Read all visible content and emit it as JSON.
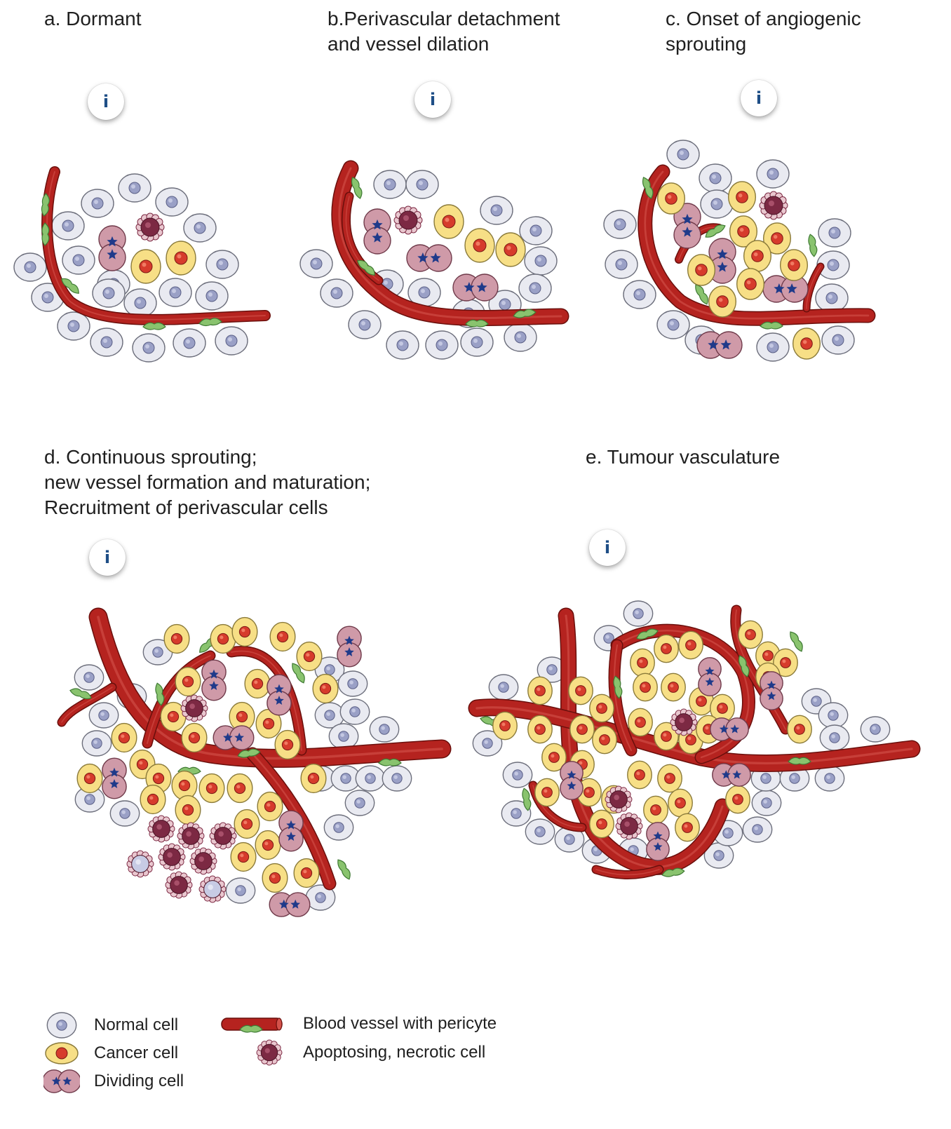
{
  "colors": {
    "normal_cell": "#e9eaf1",
    "normal_nucleus": "#9aa0c6",
    "cancer_cell": "#f7df86",
    "cancer_nucleus": "#d63b2c",
    "dividing_cell": "#cf9aa8",
    "dividing_nucleus": "#1f3a8a",
    "vessel": "#b5231f",
    "pericyte": "#89c36e",
    "necrotic": "#7c2943",
    "info_icon": "#1e4e86"
  },
  "stages": [
    {
      "id": "a",
      "title_lines": [
        "a. Dormant"
      ],
      "info_icon": "i"
    },
    {
      "id": "b",
      "title_lines": [
        "b.Perivascular detachment",
        "and vessel dilation"
      ],
      "info_icon": "i"
    },
    {
      "id": "c",
      "title_lines": [
        "c. Onset of angiogenic",
        "sprouting"
      ],
      "info_icon": "i"
    },
    {
      "id": "d",
      "title_lines": [
        "d. Continuous sprouting;",
        "new vessel formation and maturation;",
        "Recruitment of perivascular cells"
      ],
      "info_icon": "i"
    },
    {
      "id": "e",
      "title_lines": [
        "e. Tumour vasculature"
      ],
      "info_icon": "i"
    }
  ],
  "legend": {
    "items": [
      {
        "symbol": "normal-cell",
        "label": "Normal cell"
      },
      {
        "symbol": "cancer-cell",
        "label": "Cancer cell"
      },
      {
        "symbol": "dividing-cell",
        "label": "Dividing cell"
      },
      {
        "symbol": "blood-vessel",
        "label": "Blood vessel with pericyte"
      },
      {
        "symbol": "necrotic-cell",
        "label": "Apoptosing, necrotic cell"
      }
    ]
  }
}
